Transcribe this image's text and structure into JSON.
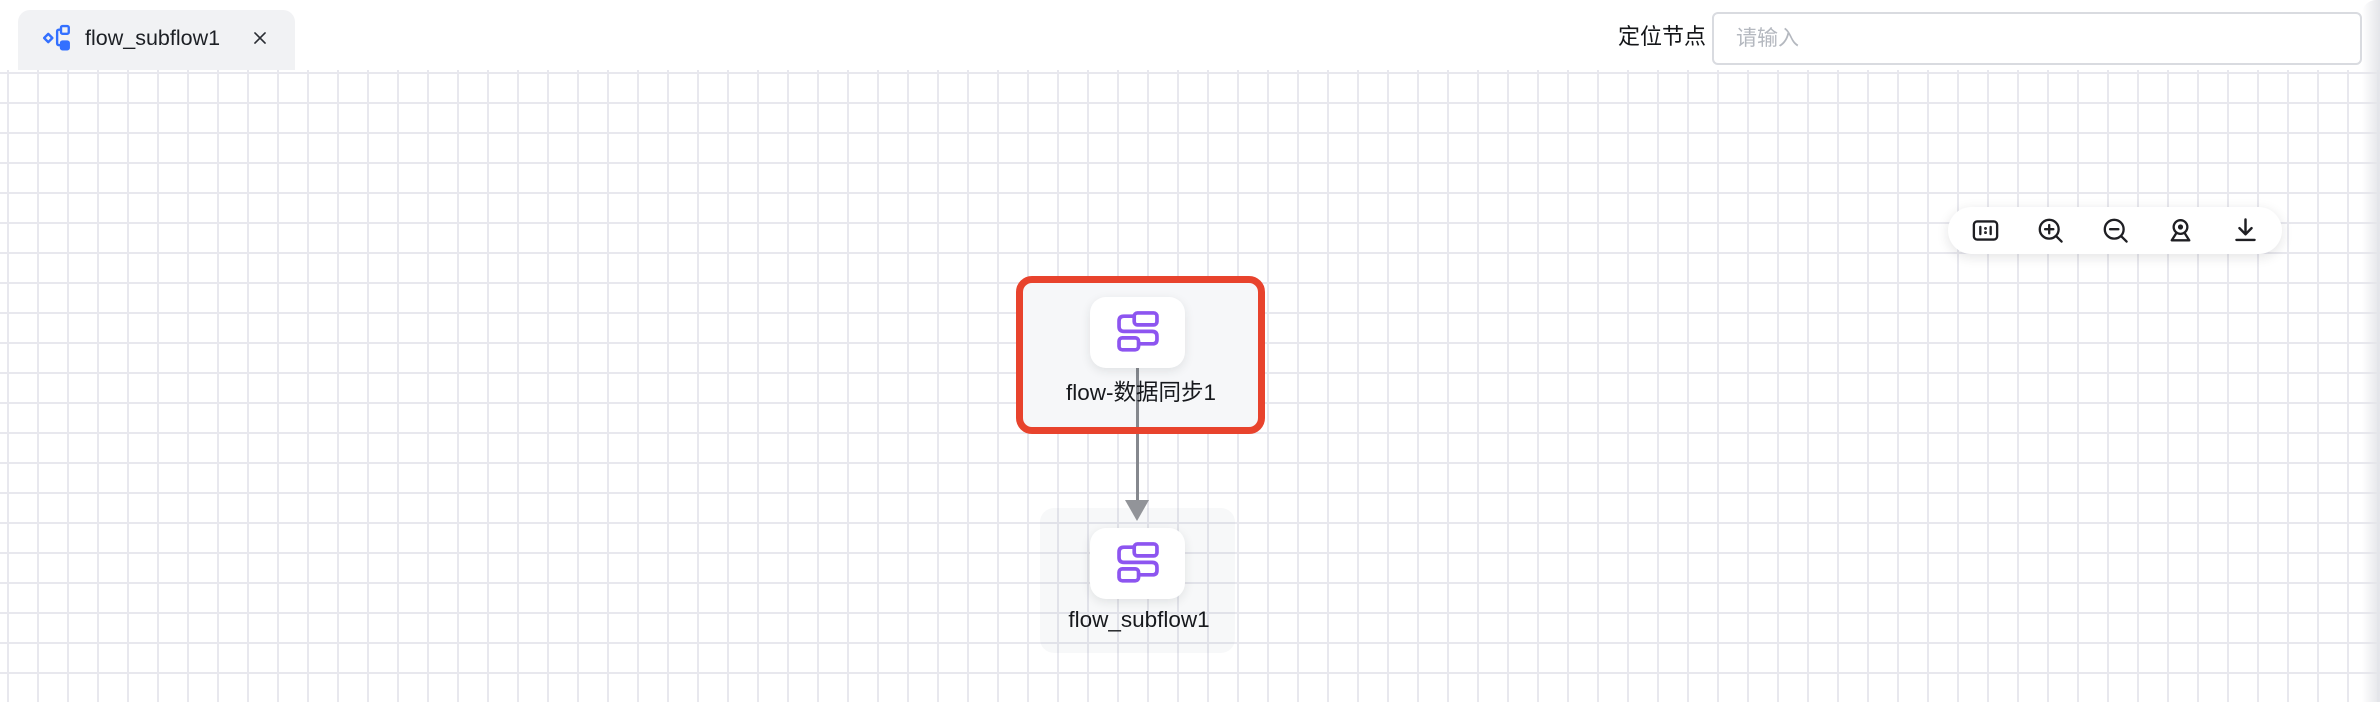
{
  "tab": {
    "title": "flow_subflow1"
  },
  "locate_node": {
    "label": "定位节点",
    "placeholder": "请输入"
  },
  "toolbar": {
    "buttons": [
      {
        "name": "fit-ratio-1-1"
      },
      {
        "name": "zoom-in"
      },
      {
        "name": "zoom-out"
      },
      {
        "name": "locate-node"
      },
      {
        "name": "download-image"
      }
    ]
  },
  "canvas": {
    "nodes": [
      {
        "label": "flow-数据同步1",
        "type": "subflow",
        "selected": true
      },
      {
        "label": "flow_subflow1",
        "type": "subflow",
        "selected": false
      }
    ],
    "edges": [
      {
        "from": "flow-数据同步1",
        "to": "flow_subflow1"
      }
    ]
  },
  "colors": {
    "selection_red": "#E8432D",
    "node_icon_purple": "#8D55F0",
    "tab_icon_blue": "#3370FF",
    "grid_line": "#E8E8EE",
    "edge_gray": "#85888E",
    "tab_background": "#F1F2F4"
  }
}
